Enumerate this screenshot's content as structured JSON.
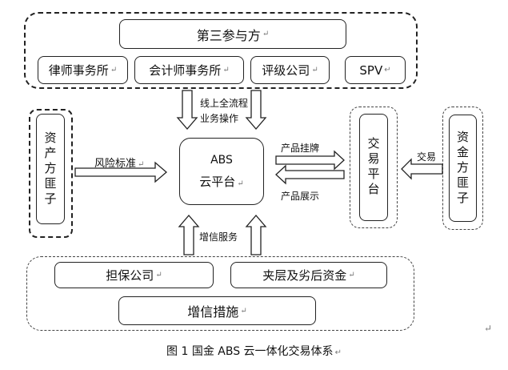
{
  "third_party": {
    "title": "第三参与方",
    "members": [
      "律师事务所",
      "会计师事务所",
      "评级公司",
      "SPV"
    ]
  },
  "edges": {
    "online_ops": [
      "线上全流程",
      "业务操作"
    ],
    "risk_standard": "风险标准",
    "product_listing": "产品挂牌",
    "product_display": "产品展示",
    "trade": "交易",
    "credit_service": "增信服务"
  },
  "nodes": {
    "asset_side": "资产方匪子",
    "abs_platform": [
      "ABS",
      "云平台"
    ],
    "exchange": "交易平台",
    "funding_side": "资金方匪子"
  },
  "credit_enhancement": {
    "items": [
      "担保公司",
      "夹层及劣后资金"
    ],
    "title": "增信措施"
  },
  "paragraph_mark": "↵",
  "caption": "图 1 国金 ABS 云一体化交易体系"
}
